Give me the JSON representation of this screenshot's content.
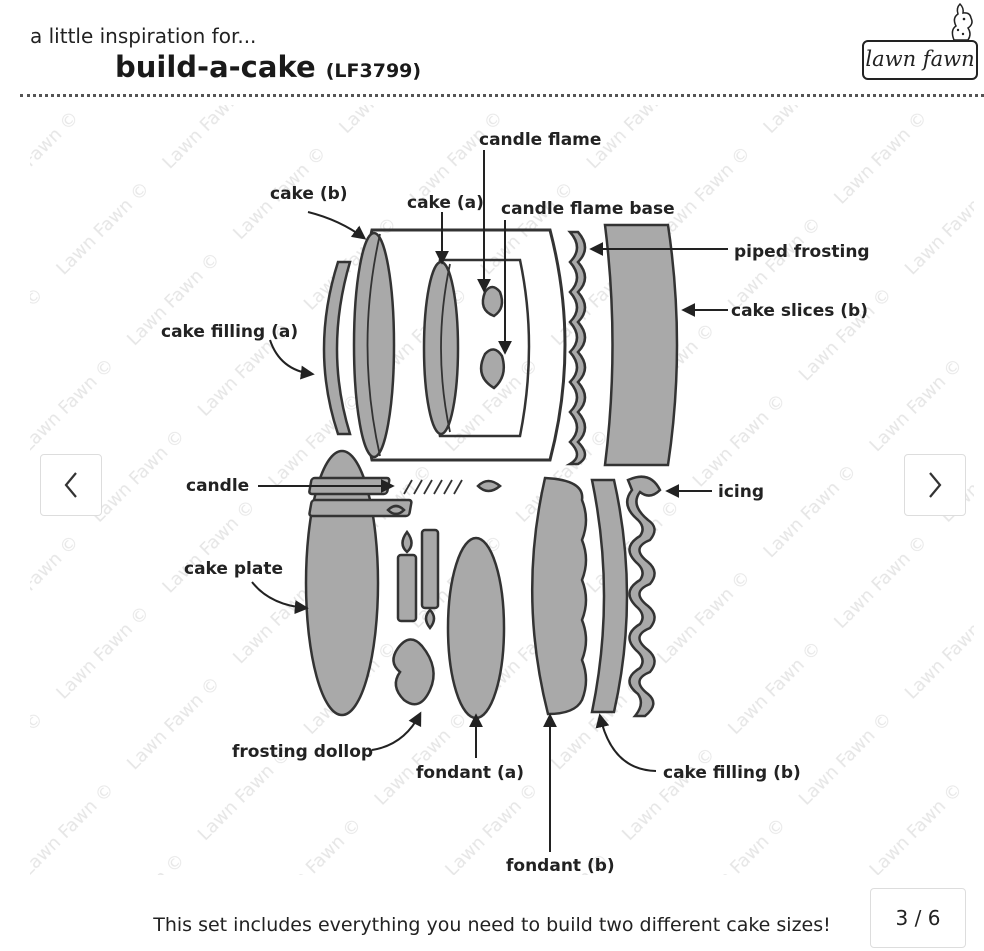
{
  "header": {
    "tagline": "a little inspiration for...",
    "title": "build-a-cake",
    "code": "(LF3799)",
    "logo_text": "lawn fawn"
  },
  "watermark_text": "Lawn Fawn ©",
  "labels": {
    "candle_flame": "candle flame",
    "cake_b": "cake (b)",
    "cake_a": "cake (a)",
    "candle_flame_base": "candle flame base",
    "piped_frosting": "piped frosting",
    "cake_slices_b": "cake slices (b)",
    "cake_filling_a": "cake filling (a)",
    "candle": "candle",
    "icing": "icing",
    "cake_plate": "cake plate",
    "frosting_dollop": "frosting dollop",
    "fondant_a": "fondant (a)",
    "cake_filling_b": "cake filling (b)",
    "fondant_b": "fondant (b)"
  },
  "caption": "This set includes everything you need to build two different cake sizes!",
  "counter": "3 / 6",
  "colors": {
    "die_fill": "#a9a9a9",
    "die_stroke": "#333333"
  }
}
